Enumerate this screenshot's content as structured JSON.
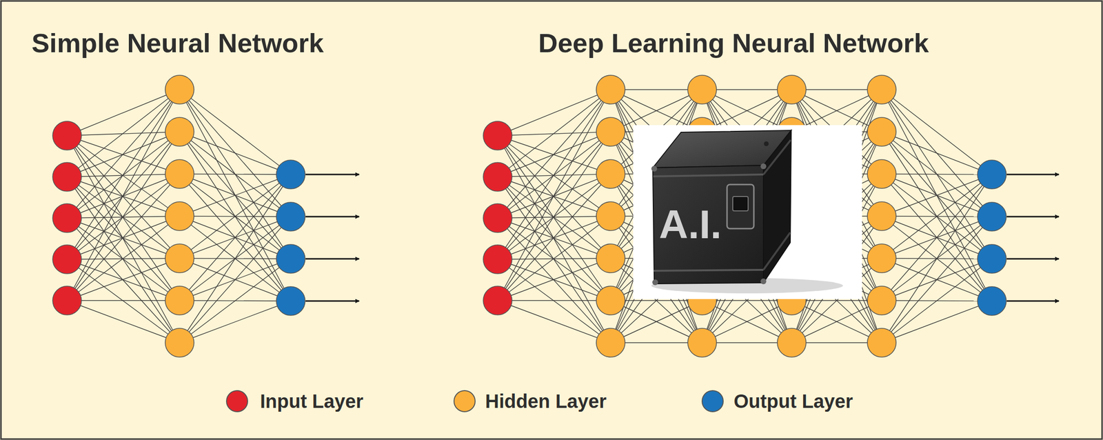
{
  "diagram": {
    "labels": [
      "Simple Neural Network",
      "Deep Learning Neural Network",
      "A.I."
    ],
    "legend": [
      {
        "text": "Input Layer",
        "color": "#e3232b"
      },
      {
        "text": "Hidden Layer",
        "color": "#fbb03b"
      },
      {
        "text": "Output Layer",
        "color": "#1c75bc"
      }
    ]
  }
}
